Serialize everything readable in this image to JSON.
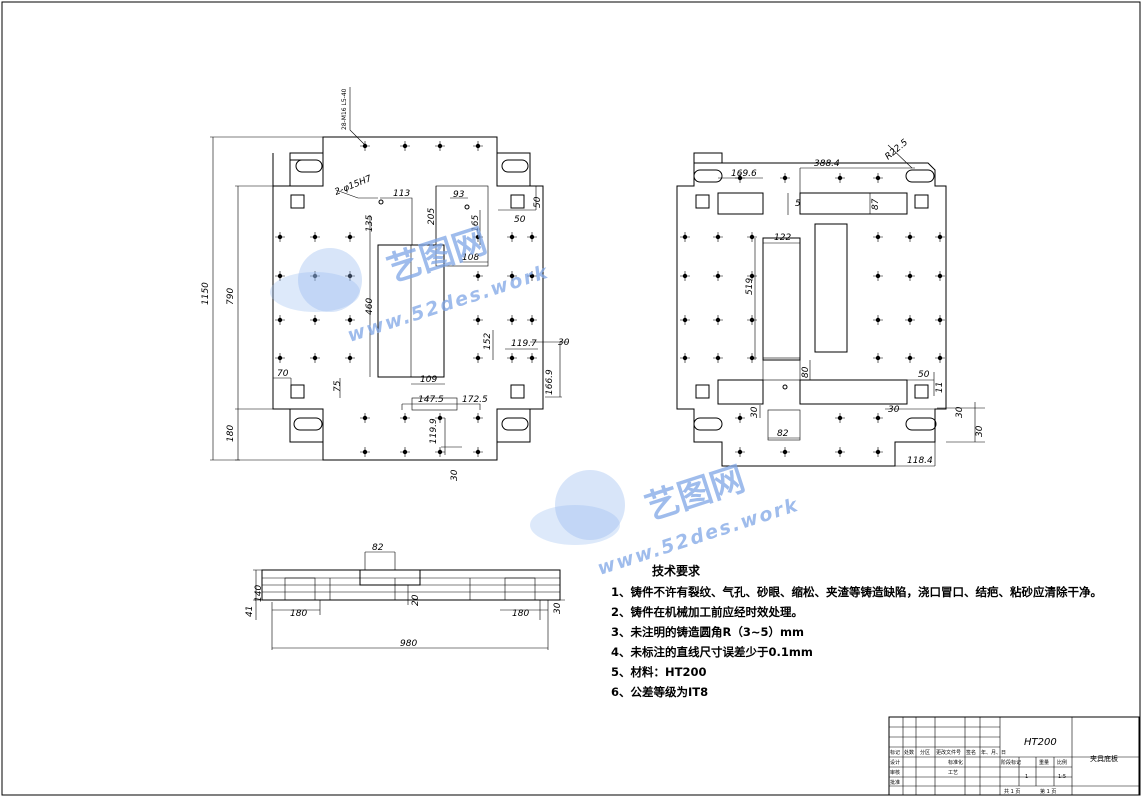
{
  "view_left": {
    "thread_note": "28-M16 L5-40",
    "hole_note": "2-φ15H7",
    "dims": {
      "d1150": "1150",
      "d790": "790",
      "d180": "180",
      "d70": "70",
      "d75": "75",
      "d135": "135",
      "d460": "460",
      "d113": "113",
      "d205": "205",
      "d93": "93",
      "d165": "165",
      "d108": "108",
      "d50a": "50",
      "d50b": "50",
      "d109": "109",
      "d152": "152",
      "d119_7": "119.7",
      "d30a": "30",
      "d166_9": "166.9",
      "d147_5": "147.5",
      "d172_5": "172.5",
      "d119_9": "119.9",
      "d30b": "30"
    }
  },
  "view_right": {
    "dims": {
      "dR22_5": "R22.5",
      "d388_4": "388.4",
      "d169_6": "169.6",
      "d5": "5",
      "d87": "87",
      "d122": "122",
      "d519": "519",
      "d80": "80",
      "d50": "50",
      "d11": "11",
      "d30a": "30",
      "d30b": "30",
      "d30c": "30",
      "d82": "82",
      "d30d": "30",
      "d118_4": "118.4"
    }
  },
  "view_side": {
    "dims": {
      "d82": "82",
      "d41": "41",
      "d140": "140",
      "d20": "20",
      "d180a": "180",
      "d180b": "180",
      "d30": "30",
      "d980": "980"
    }
  },
  "tech_requirements": {
    "title": "技术要求",
    "items": [
      "1、铸件不许有裂纹、气孔、砂眼、缩松、夹渣等铸造缺陷，浇口冒口、结疤、粘砂应清除干净。",
      "2、铸件在机械加工前应经时效处理。",
      "3、未注明的铸造圆角R（3~5）mm",
      "4、未标注的直线尺寸误差少于0.1mm",
      "5、材料：HT200",
      "6、公差等级为IT8"
    ]
  },
  "title_block": {
    "material": "HT200",
    "part_name": "夹具底板",
    "quantity": "1",
    "scale": "1:5",
    "row_labels": [
      "标记",
      "处数",
      "分区",
      "更改文件号",
      "签名",
      "年、月、日"
    ],
    "labels": {
      "design": "设计",
      "check": "审核",
      "process": "工艺",
      "standard": "标准化",
      "approve": "批准",
      "stage": "阶段标记",
      "weight": "重量",
      "ratio": "比例",
      "sheet_total": "共 1 页",
      "sheet_no": "第 1 页"
    }
  },
  "watermark": {
    "brand": "艺图网",
    "url": "www.52des.work"
  }
}
